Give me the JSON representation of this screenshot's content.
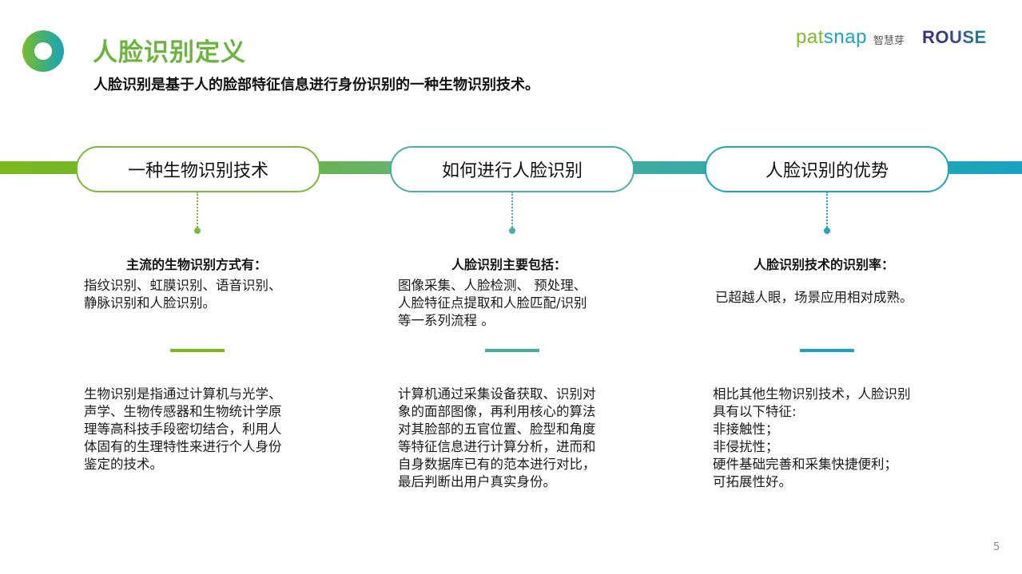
{
  "header": {
    "title": "人脸识别定义",
    "subtitle": "人脸识别是基于人的脸部特征信息进行身份识别的一种生物识别技术。"
  },
  "brands": {
    "patsnap_part1": "pat",
    "patsnap_part2": "snap",
    "patsnap_cn": "智慧芽",
    "rouse": "ROUSE"
  },
  "colors": {
    "title_green": "#6cb33f",
    "col1": "#7ab83a",
    "col2": "#4aaea2",
    "col3": "#1fa3bf"
  },
  "columns": [
    {
      "pill": "一种生物识别技术",
      "heading": "主流的生物识别方式有：",
      "summary": "指纹识别、虹膜识别、语音识别、\n静脉识别和人脸识别。",
      "detail": "生物识别是指通过计算机与光学、\n声学、生物传感器和生物统计学原\n理等高科技手段密切结合，利用人\n体固有的生理特性来进行个人身份\n鉴定的技术。"
    },
    {
      "pill": "如何进行人脸识别",
      "heading": "人脸识别主要包括：",
      "summary": "图像采集、人脸检测、 预处理、\n人脸特征点提取和人脸匹配/识别\n等一系列流程 。",
      "detail": "计算机通过采集设备获取、识别对\n象的面部图像，再利用核心的算法\n对其脸部的五官位置、脸型和角度\n等特征信息进行计算分析，进而和\n自身数据库已有的范本进行对比，\n最后判断出用户真实身份。"
    },
    {
      "pill": "人脸识别的优势",
      "heading": "人脸识别技术的识别率：",
      "summary": "已超越人眼，场景应用相对成熟。",
      "detail": "相比其他生物识别技术，人脸识别\n具有以下特征:\n非接触性；\n非侵扰性；\n硬件基础完善和采集快捷便利；\n可拓展性好。"
    }
  ],
  "footer": {
    "page_number": "5"
  }
}
